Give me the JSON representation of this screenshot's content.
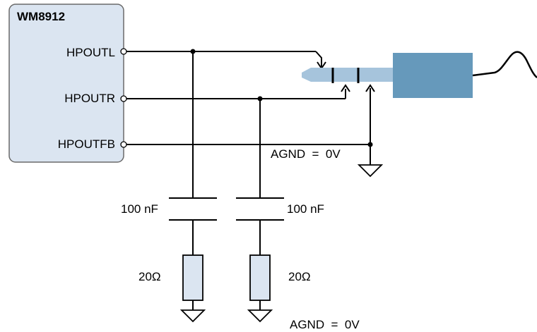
{
  "chip": {
    "name": "WM8912",
    "pins": [
      "HPOUTL",
      "HPOUTR",
      "HPOUTFB"
    ]
  },
  "components": {
    "capacitor_left": "100 nF",
    "capacitor_right": "100 nF",
    "resistor_left": "20Ω",
    "resistor_right": "20Ω"
  },
  "ground_labels": {
    "upper": "AGND  =  0V",
    "lower": "AGND  =  0V"
  },
  "colors": {
    "chip_fill": "#dbe5f1",
    "chip_stroke": "#6a6a6a",
    "plug_body": "#6699bb",
    "plug_tip": "#a6c4dc",
    "resistor_fill": "#dbe5f1"
  }
}
